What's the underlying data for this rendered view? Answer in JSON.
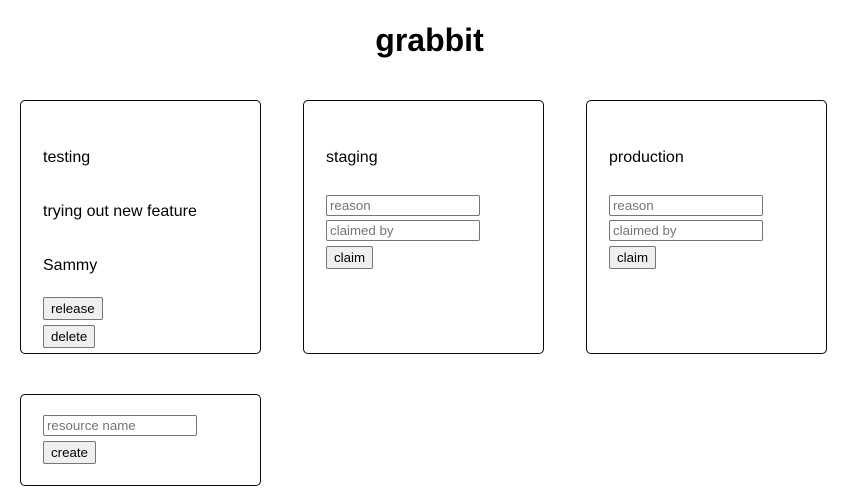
{
  "app": {
    "title": "grabbit"
  },
  "resources": [
    {
      "name": "testing",
      "state": "claimed",
      "reason": "trying out new feature",
      "claimed_by": "Sammy",
      "buttons": {
        "release": "release",
        "delete": "delete"
      }
    },
    {
      "name": "staging",
      "state": "free",
      "inputs": {
        "reason_placeholder": "reason",
        "claimed_by_placeholder": "claimed by",
        "reason_value": "",
        "claimed_by_value": ""
      },
      "buttons": {
        "claim": "claim"
      }
    },
    {
      "name": "production",
      "state": "free",
      "inputs": {
        "reason_placeholder": "reason",
        "claimed_by_placeholder": "claimed by",
        "reason_value": "",
        "claimed_by_value": ""
      },
      "buttons": {
        "claim": "claim"
      }
    }
  ],
  "create_card": {
    "input_placeholder": "resource name",
    "input_value": "",
    "button_label": "create"
  },
  "colors": {
    "page_background": "#ffffff",
    "text": "#000000",
    "card_border": "#0b0b0b",
    "input_border": "#767676",
    "placeholder_text": "#757575",
    "button_background": "#efefef",
    "button_border": "#767676"
  }
}
